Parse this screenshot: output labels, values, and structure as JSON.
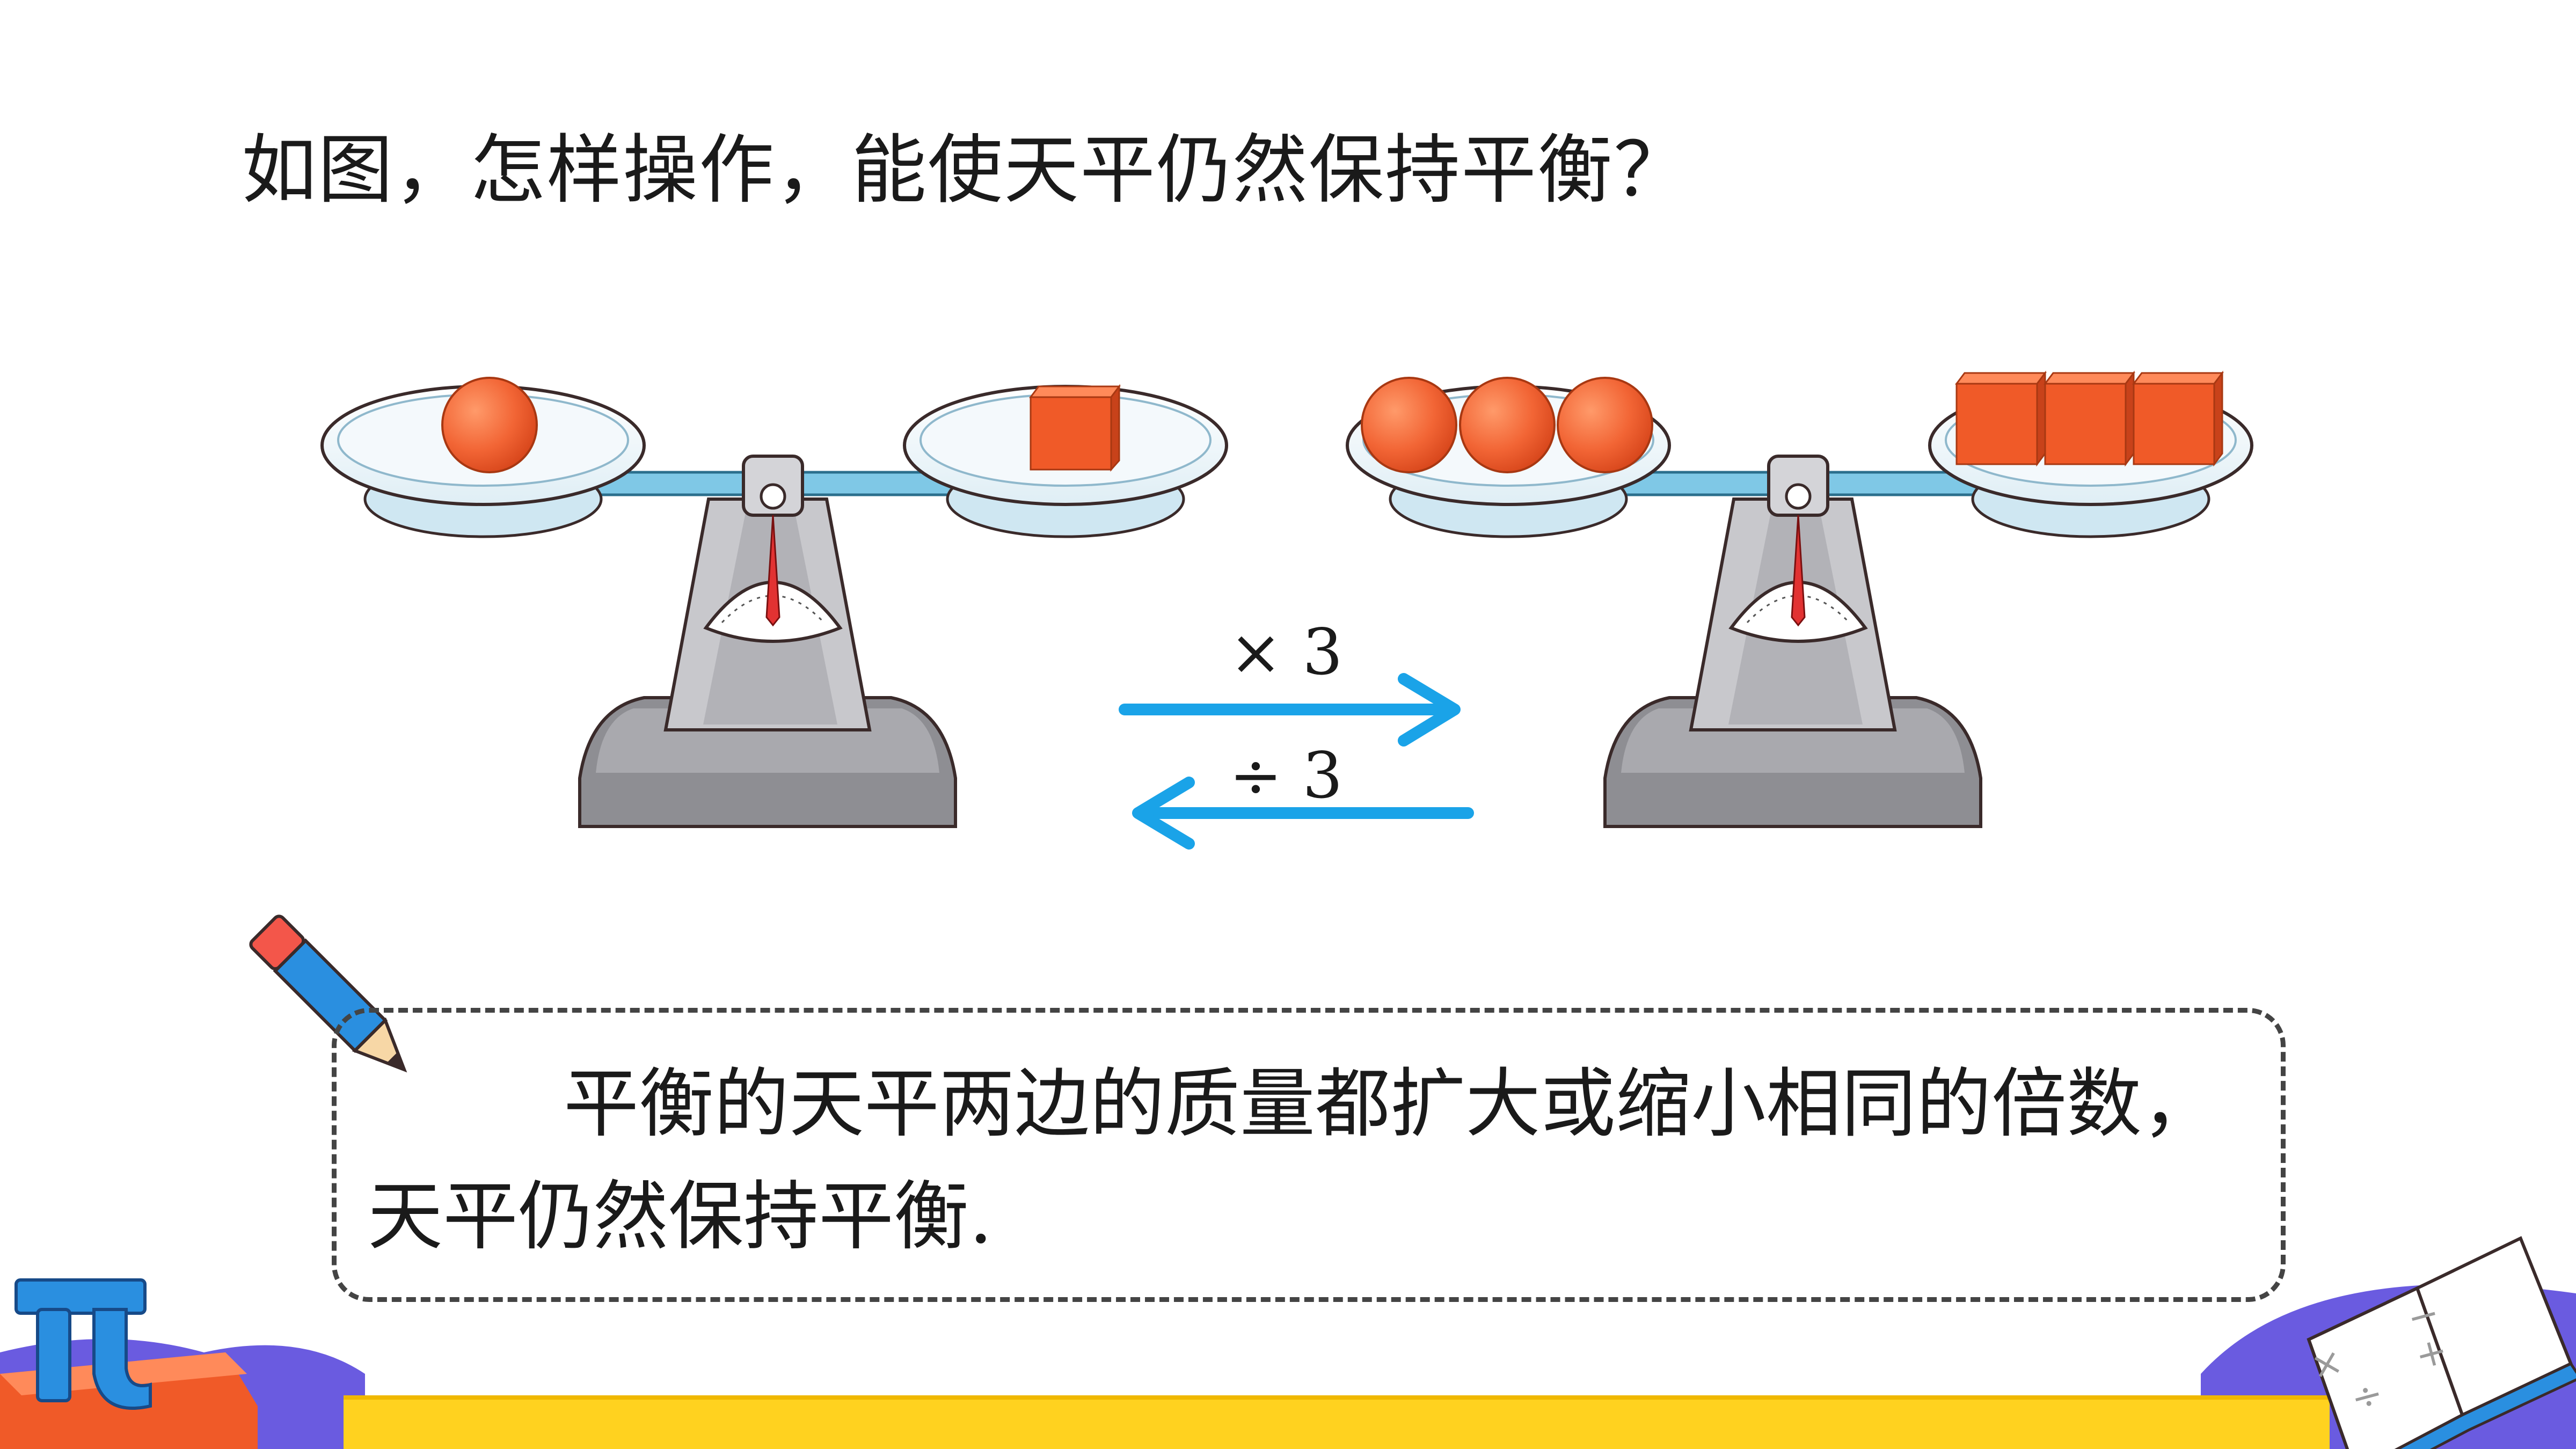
{
  "question": "如图，怎样操作，能使天平仍然保持平衡？",
  "operations": {
    "multiply": "× 3",
    "divide": "÷ 3"
  },
  "note": {
    "line1": "平衡的天平两边的质量都扩大或缩小相同的倍数，",
    "line2": "天平仍然保持平衡."
  },
  "decor": {
    "pi_symbol": "π",
    "book_symbols": [
      "×",
      "÷",
      "−",
      "+"
    ]
  },
  "colors": {
    "ball": "#f26535",
    "cube": "#f05a28",
    "arrow": "#1aa3e8",
    "beam": "#7fc8e6",
    "scale_body": "#b9b9bd",
    "footer_yellow": "#ffd21f",
    "footer_purple": "#6a5be0",
    "pi_blue": "#2a8fe0"
  }
}
